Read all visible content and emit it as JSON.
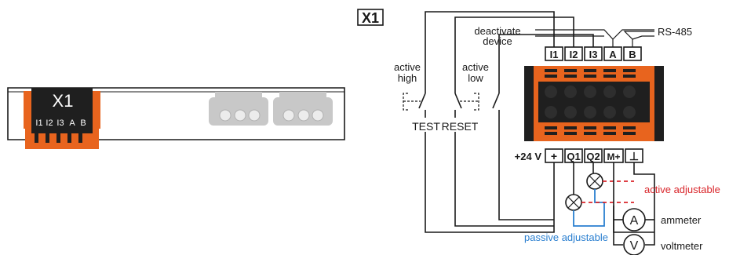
{
  "connector_board": {
    "label": "X1",
    "pins": [
      "I1",
      "I2",
      "I3",
      "A",
      "B"
    ]
  },
  "schematic": {
    "title": "X1",
    "top_terminals": [
      "I1",
      "I2",
      "I3",
      "A",
      "B"
    ],
    "bottom_terminals": [
      "+",
      "Q1",
      "Q2",
      "M+",
      "⊥"
    ],
    "rs485_label": "RS-485",
    "deactivate_label_line1": "deactivate",
    "deactivate_label_line2": "device",
    "active_high_line1": "active",
    "active_high_line2": "high",
    "active_low_line1": "active",
    "active_low_line2": "low",
    "test_label": "TEST",
    "reset_label": "RESET",
    "supply_label": "+24 V",
    "active_adjustable_label": "active adjustable",
    "passive_adjustable_label": "passive adjustable",
    "ammeter_label": "ammeter",
    "voltmeter_label": "voltmeter",
    "ammeter_symbol": "A",
    "voltmeter_symbol": "V"
  },
  "colors": {
    "orange": "#e8641e",
    "dark": "#1a1a1a",
    "blue_wire": "#2a7fd0",
    "red_wire": "#d9262b",
    "grey_connector": "#c8c8c8"
  }
}
